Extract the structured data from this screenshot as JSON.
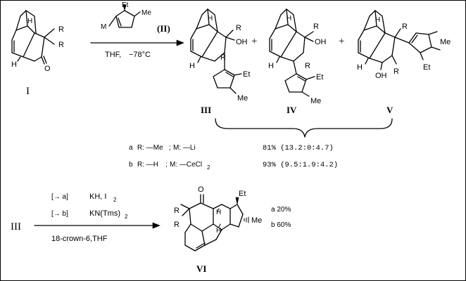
{
  "colors": {
    "ink": "#000000",
    "paper": "#ffffff"
  },
  "atoms": {
    "r": "R",
    "h": "H",
    "o": "O",
    "oh": "OH",
    "et": "Et",
    "me": "Me",
    "m": "M"
  },
  "labels": {
    "compound_1": "I",
    "reagent_2": "(II)",
    "compound_3": "III",
    "compound_4": "IV",
    "compound_5": "V",
    "compound_3_start": "III",
    "compound_6": "VI"
  },
  "step1": {
    "conditions_a": "THF,",
    "conditions_b": "−78°C"
  },
  "plus": "+",
  "variants": {
    "a": {
      "prefix": "a",
      "r_value": "R: —Me",
      "sep": ";",
      "m_value": "M: —Li"
    },
    "b": {
      "prefix": "b",
      "r_value": "R: —H",
      "sep": ";",
      "m_value": "M: —CeCl",
      "m_sub": "2"
    }
  },
  "yields": {
    "a": "81% (13.2:0:4.7)",
    "b": "93% (9.5:1.9:4.2)"
  },
  "step2": {
    "reagent_a_tag": "[→ a]",
    "reagent_a": "KH, I",
    "reagent_a_sub": "2",
    "reagent_b_tag": "[→ b]",
    "reagent_b": "KN(Tms)",
    "reagent_b_sub": "2",
    "conditions": "18-crown-6,THF"
  },
  "product_yields": {
    "a": "a  20%",
    "b": "b  60%"
  }
}
